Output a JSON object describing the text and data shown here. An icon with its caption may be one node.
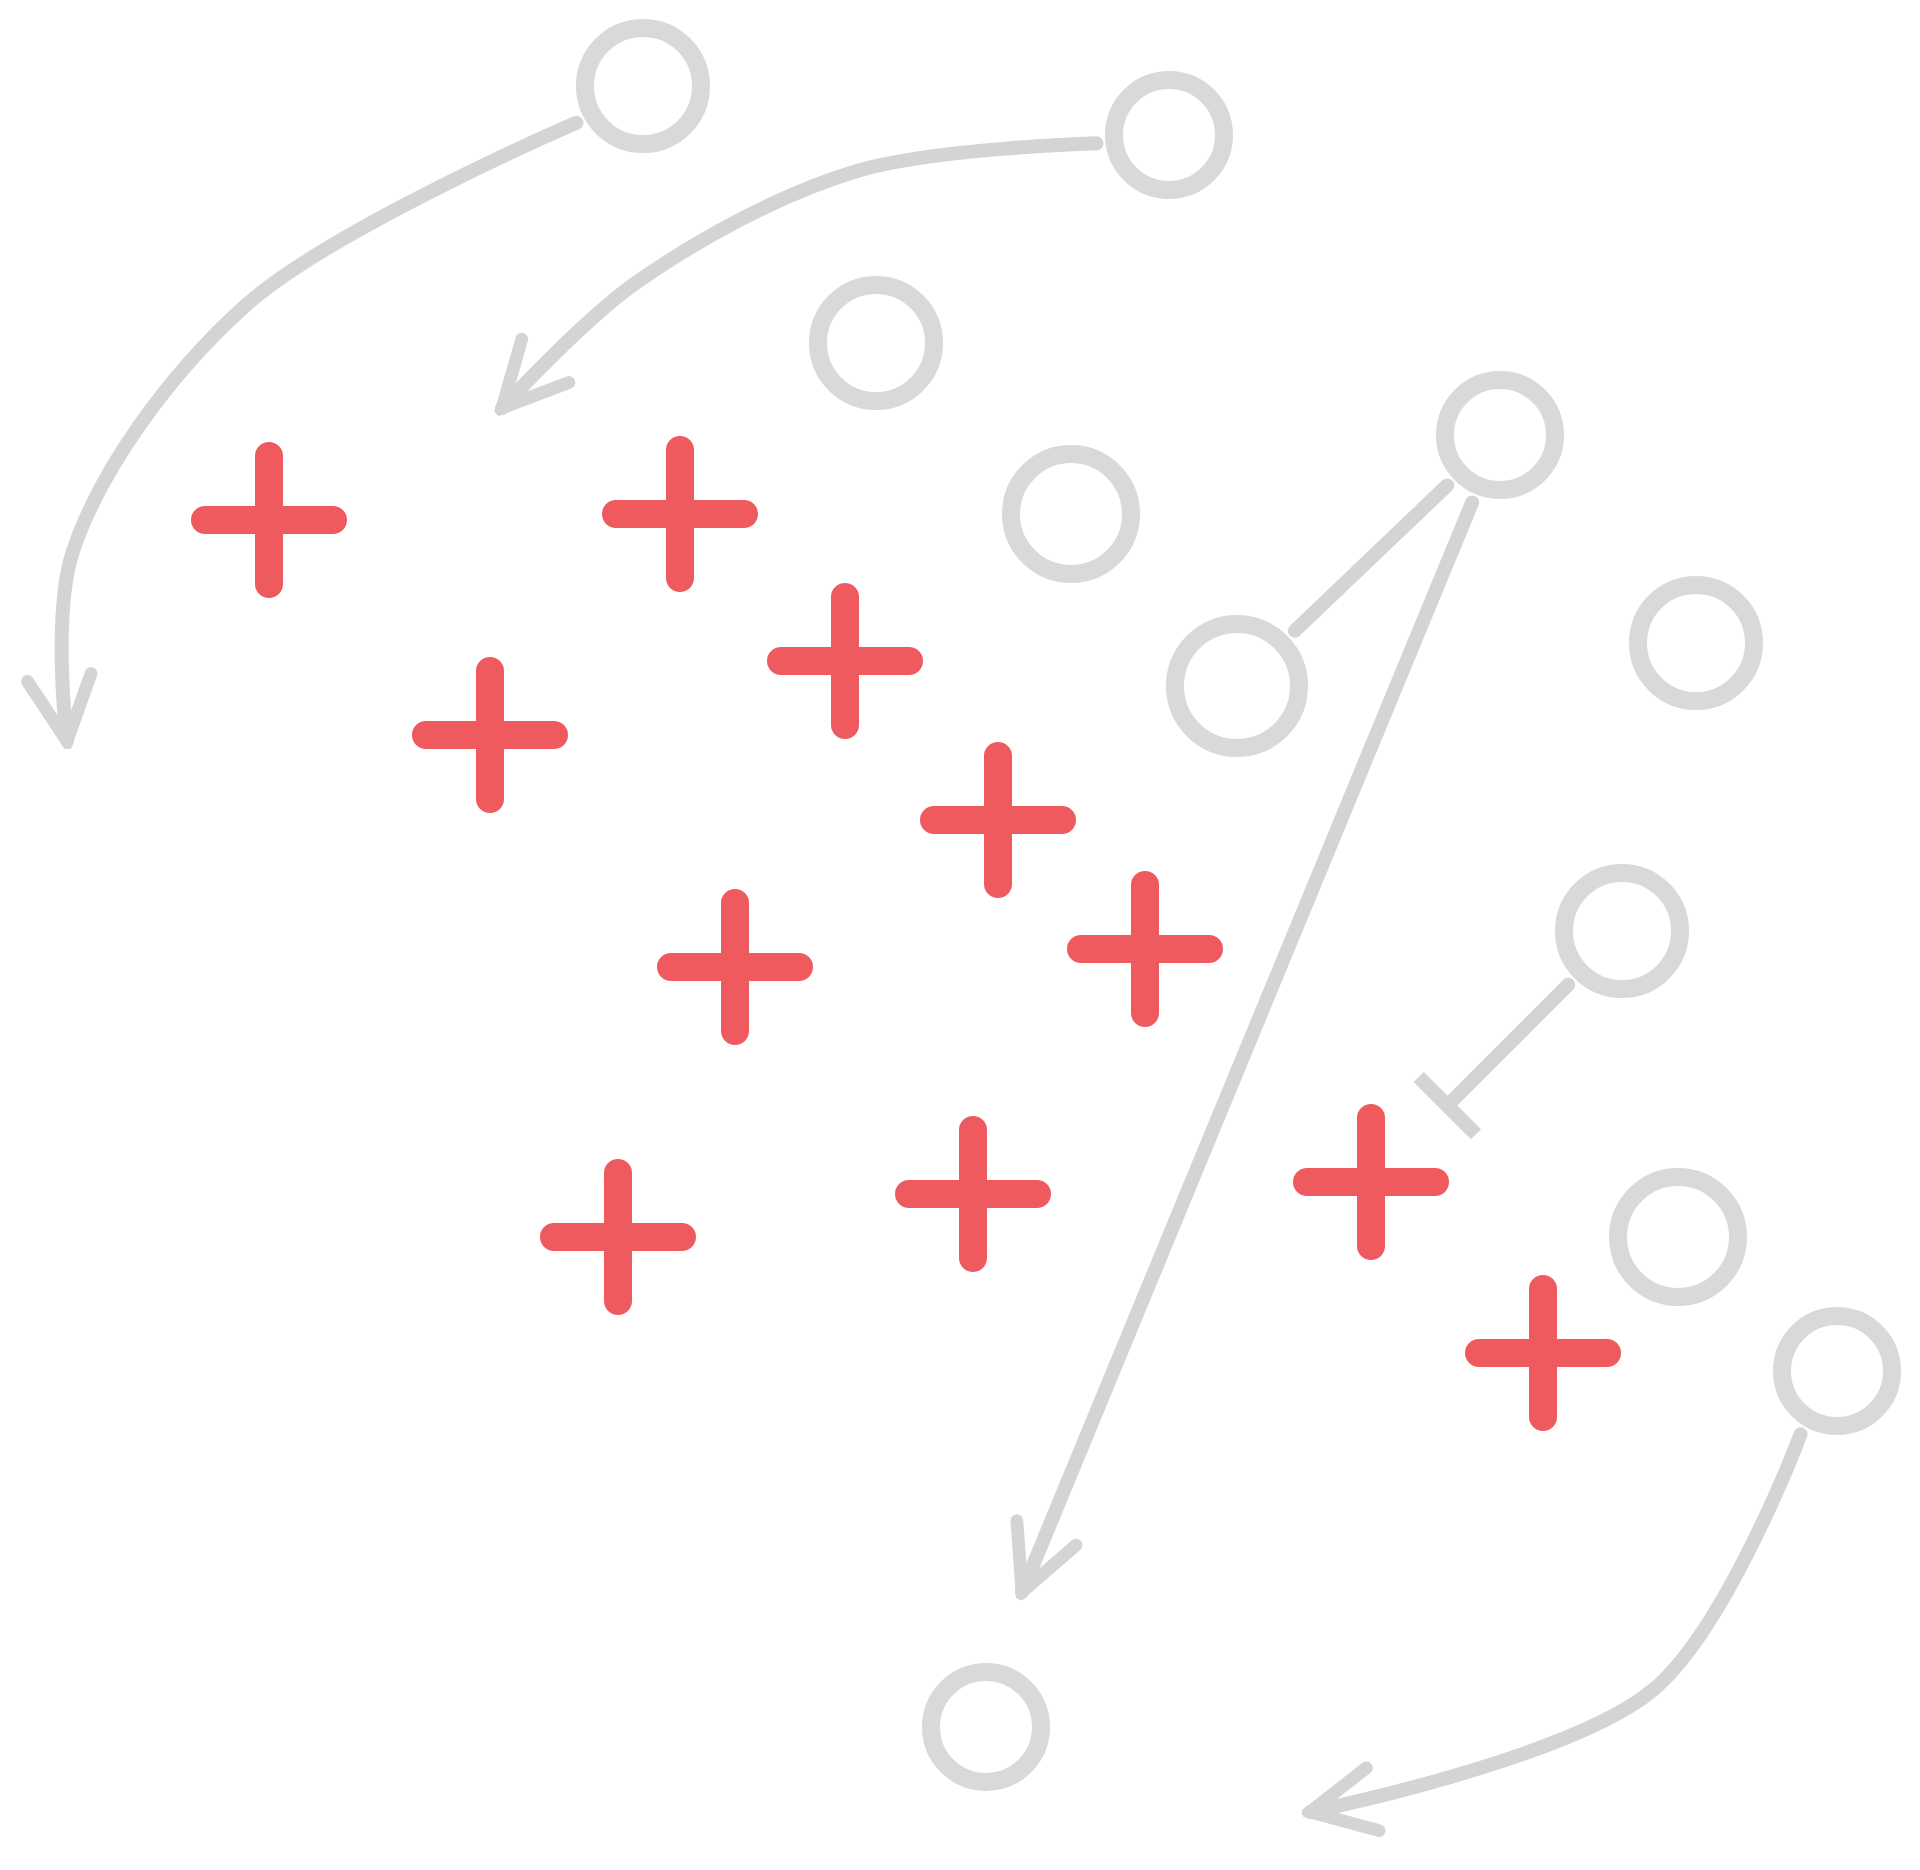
{
  "diagram": {
    "nodes": [
      {
        "text": [],
        "shape": "circle"
      },
      {
        "text": [],
        "shape": "circle"
      },
      {
        "text": [],
        "shape": "circle"
      },
      {
        "text": [],
        "shape": "circle"
      },
      {
        "text": [],
        "shape": "circle"
      },
      {
        "text": [],
        "shape": "circle"
      },
      {
        "text": [],
        "shape": "circle"
      },
      {
        "text": [],
        "shape": "circle"
      },
      {
        "text": [],
        "shape": "circle"
      },
      {
        "text": [],
        "shape": "circle"
      },
      {
        "text": [],
        "shape": "circle"
      },
      {
        "text": [],
        "shape": "cross"
      },
      {
        "text": [],
        "shape": "cross"
      },
      {
        "text": [],
        "shape": "cross"
      },
      {
        "text": [],
        "shape": "cross"
      },
      {
        "text": [],
        "shape": "cross"
      },
      {
        "text": [],
        "shape": "cross"
      },
      {
        "text": [],
        "shape": "cross"
      },
      {
        "text": [],
        "shape": "cross"
      },
      {
        "text": [],
        "shape": "cross"
      },
      {
        "text": [],
        "shape": "cross"
      },
      {
        "text": [],
        "shape": "cross"
      }
    ],
    "edges": [
      {
        "from": 0,
        "to": null,
        "arrow": "to"
      },
      {
        "from": 1,
        "to": null,
        "arrow": "to"
      },
      {
        "from": 3,
        "to": 6,
        "arrow": "none"
      },
      {
        "from": 3,
        "to": null,
        "arrow": "to"
      },
      {
        "from": 7,
        "to": 18,
        "arrow": "other"
      },
      {
        "from": 9,
        "to": null,
        "arrow": "to"
      }
    ]
  }
}
